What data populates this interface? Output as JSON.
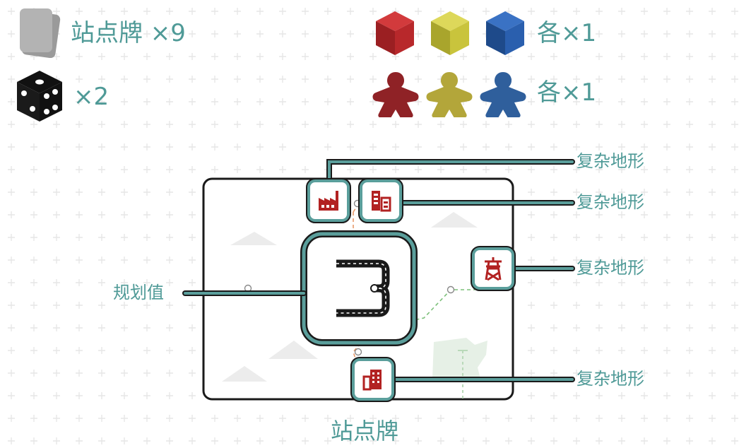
{
  "components": {
    "cards": {
      "icon": "card-stack-icon",
      "label": "站点牌 ×9"
    },
    "dice": {
      "icon": "die-icon",
      "label": "×2"
    },
    "cubes": {
      "colors": [
        "#b8282b",
        "#c9c43c",
        "#2a5fae"
      ],
      "label": "各×1"
    },
    "meeples": {
      "colors": [
        "#8f2226",
        "#b3a63a",
        "#2f5f9c"
      ],
      "label": "各×1"
    }
  },
  "station_card": {
    "title": "站点牌",
    "planning_value": {
      "label": "规划值",
      "value": "3"
    },
    "terrain_callouts": [
      {
        "label": "复杂地形",
        "icon": "factory-icon"
      },
      {
        "label": "复杂地形",
        "icon": "office-building-icon"
      },
      {
        "label": "复杂地形",
        "icon": "power-tower-icon"
      },
      {
        "label": "复杂地形",
        "icon": "apartment-building-icon"
      }
    ]
  },
  "colors": {
    "accent": "#4f9a97",
    "frame": "#5a9e9b",
    "terrain_icon": "#b22222",
    "route": "#e89a6a",
    "route_green": "#7cc07a"
  }
}
